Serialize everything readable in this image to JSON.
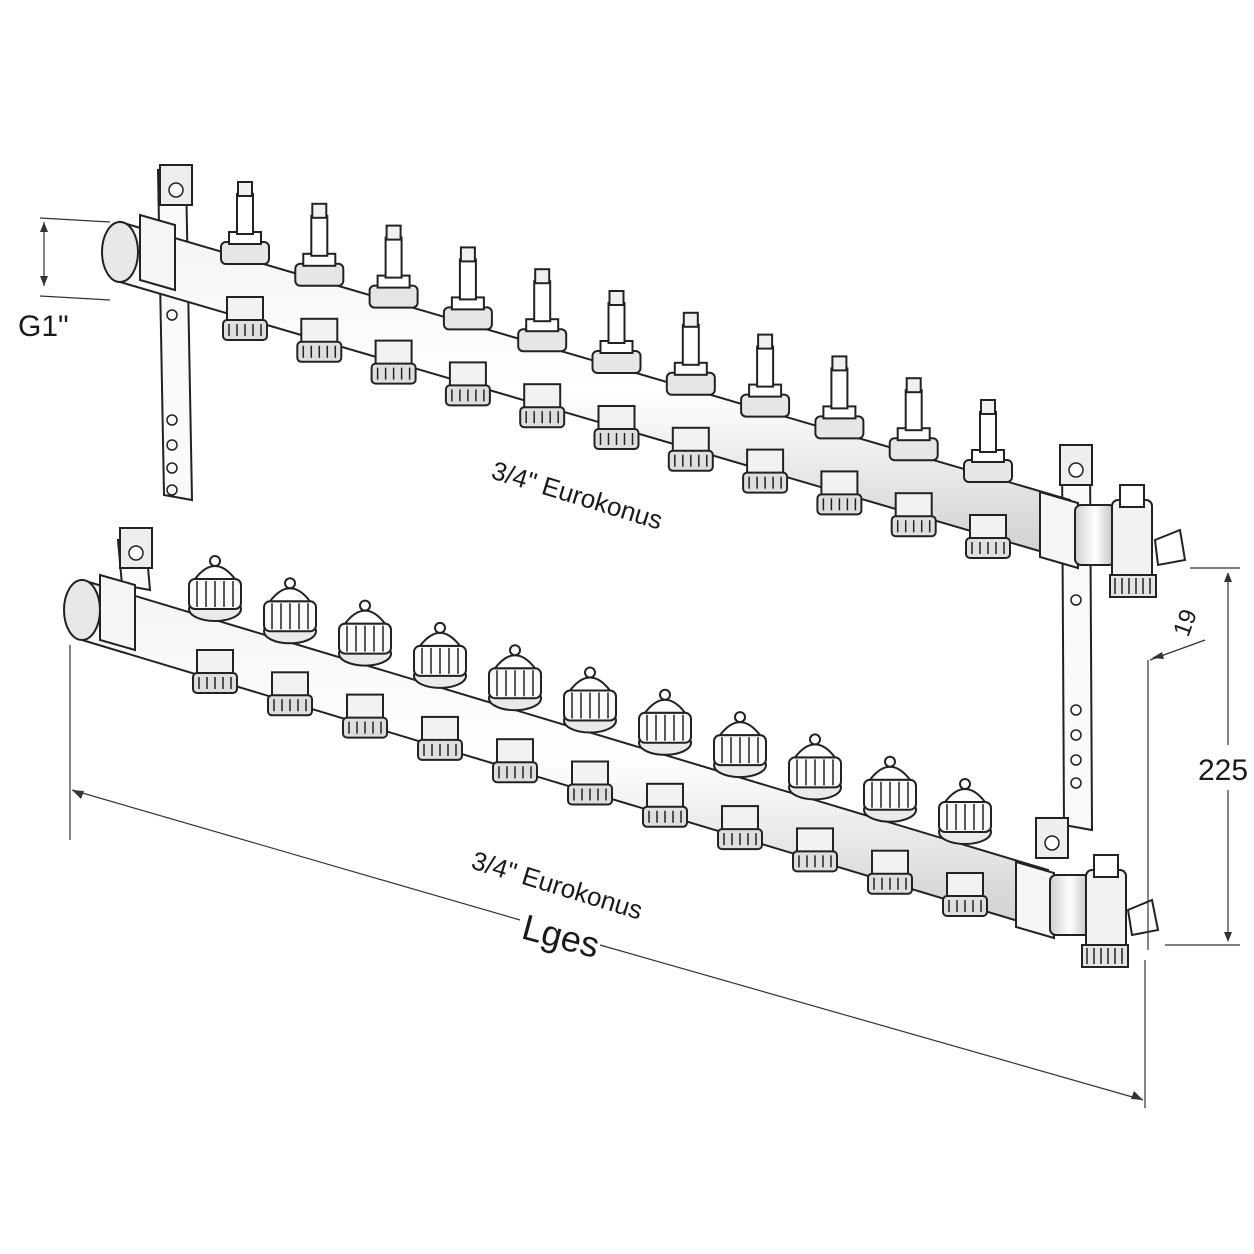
{
  "labels": {
    "inlet_thread": "G1\"",
    "upper_bar_connection": "3/4\" Eurokonus",
    "lower_bar_connection": "3/4\" Eurokonus",
    "total_length": "Lges",
    "pipe_offset": "19",
    "bar_spacing": "225"
  },
  "manifold": {
    "outlets_per_bar": 11,
    "upper_bar_fitting": "valve-stem",
    "lower_bar_fitting": "flow-cap"
  },
  "colors": {
    "line": "#222222",
    "background": "#ffffff"
  }
}
